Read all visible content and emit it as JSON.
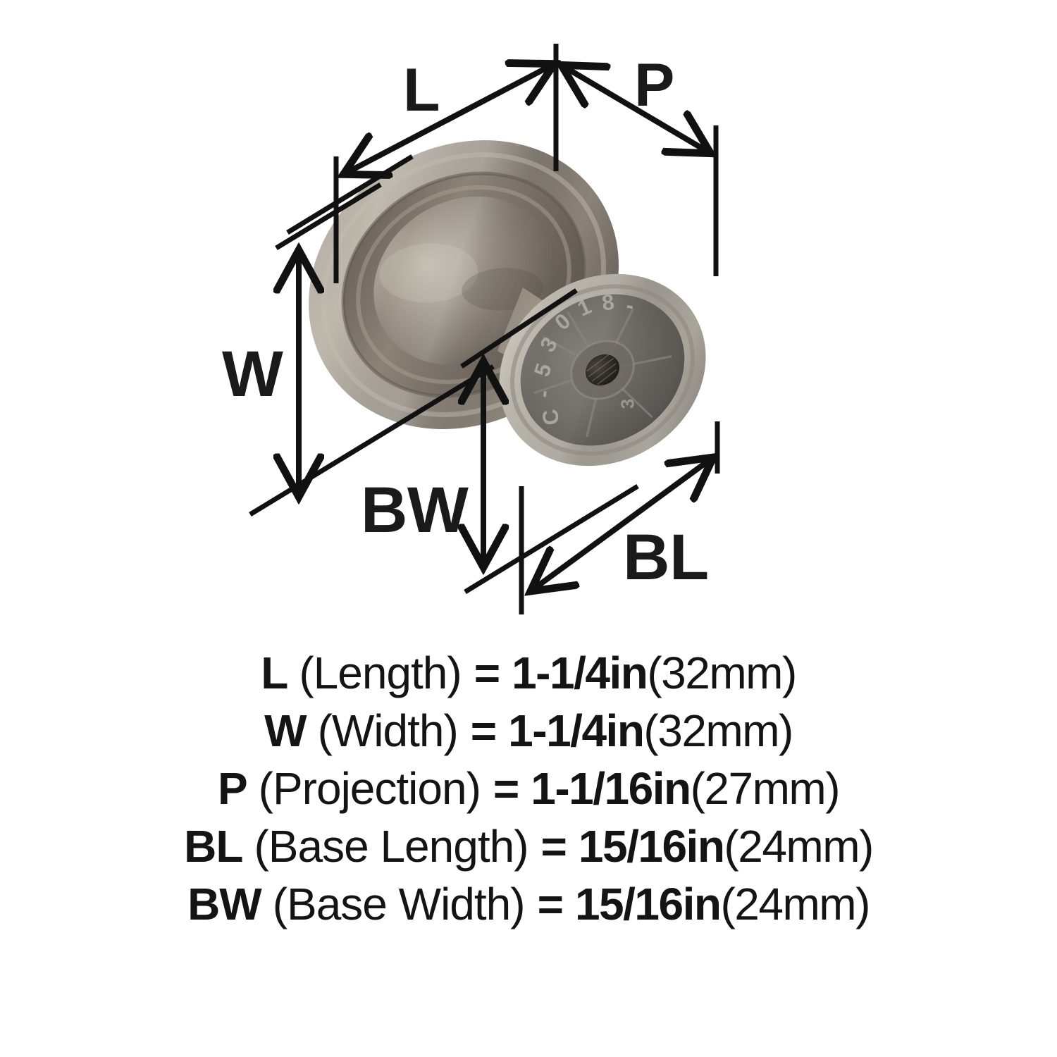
{
  "product": {
    "type": "cabinet-knob",
    "finish_name": "satin nickel",
    "base_emboss_text": "C-53018",
    "colors": {
      "knob_light": "#b4ada2",
      "knob_mid": "#8d857b",
      "knob_dark": "#6f675d",
      "knob_shadow": "#554f47",
      "base_rim_light": "#b8b3a9",
      "base_plate": "#6b6762",
      "base_plate_dark": "#4e4b46",
      "screw_hole": "#2b2724",
      "line": "#111111",
      "background": "#ffffff"
    }
  },
  "diagram": {
    "labels": {
      "length": "L",
      "projection": "P",
      "width": "W",
      "base_width": "BW",
      "base_length": "BL"
    }
  },
  "specs": [
    {
      "code": "L",
      "name": "(Length)",
      "equals": "=",
      "imperial": "1-1/4in",
      "metric": "(32mm)"
    },
    {
      "code": "W",
      "name": "(Width)",
      "equals": "=",
      "imperial": "1-1/4in",
      "metric": "(32mm)"
    },
    {
      "code": "P",
      "name": "(Projection)",
      "equals": "=",
      "imperial": "1-1/16in",
      "metric": "(27mm)"
    },
    {
      "code": "BL",
      "name": "(Base Length)",
      "equals": "=",
      "imperial": "15/16in",
      "metric": "(24mm)"
    },
    {
      "code": "BW",
      "name": "(Base Width)",
      "equals": "=",
      "imperial": "15/16in",
      "metric": "(24mm)"
    }
  ]
}
